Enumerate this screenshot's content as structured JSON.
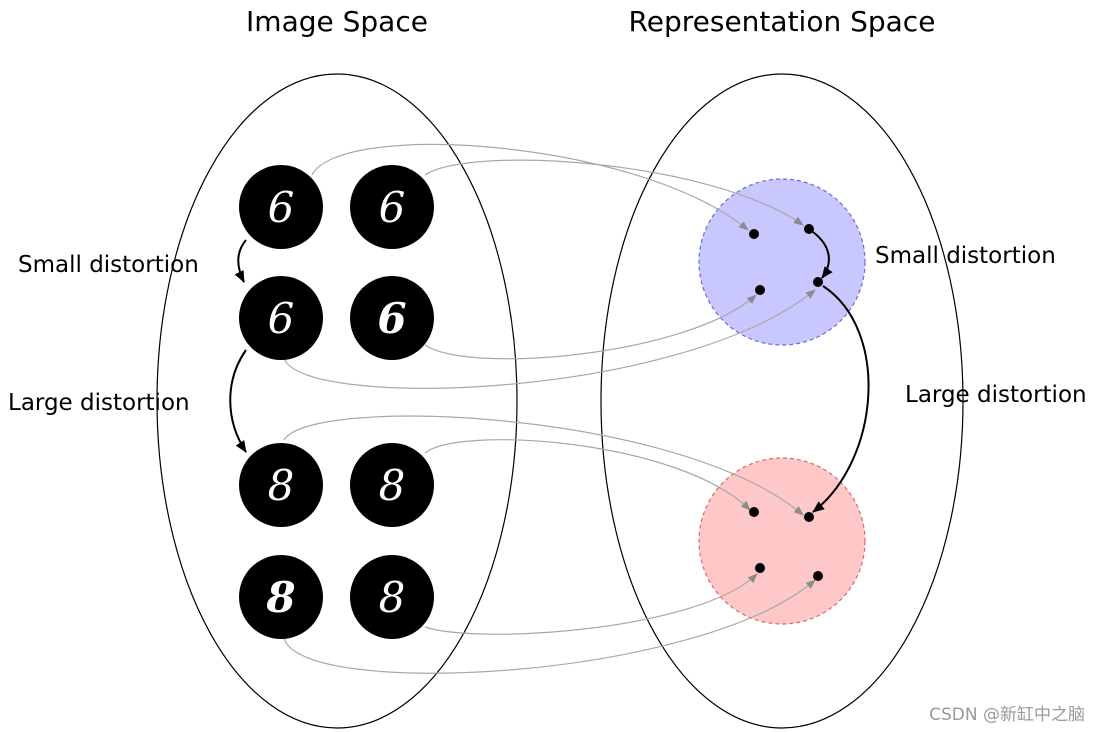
{
  "titles": {
    "image_space": "Image Space",
    "representation_space": "Representation Space"
  },
  "labels": {
    "left_small": "Small distortion",
    "left_large": "Large distortion",
    "right_small": "Small distortion",
    "right_large": "Large distortion"
  },
  "digits": {
    "six_a": "6",
    "six_b": "6",
    "six_c": "6",
    "six_d": "6",
    "eight_a": "8",
    "eight_b": "8",
    "eight_c": "8",
    "eight_d": "8"
  },
  "watermark": "CSDN @新缸中之脑",
  "colors": {
    "cluster_six_fill": "#c8c8ff",
    "cluster_six_border": "#6b6bd8",
    "cluster_eight_fill": "#ffc8c8",
    "cluster_eight_border": "#d86b6b"
  }
}
